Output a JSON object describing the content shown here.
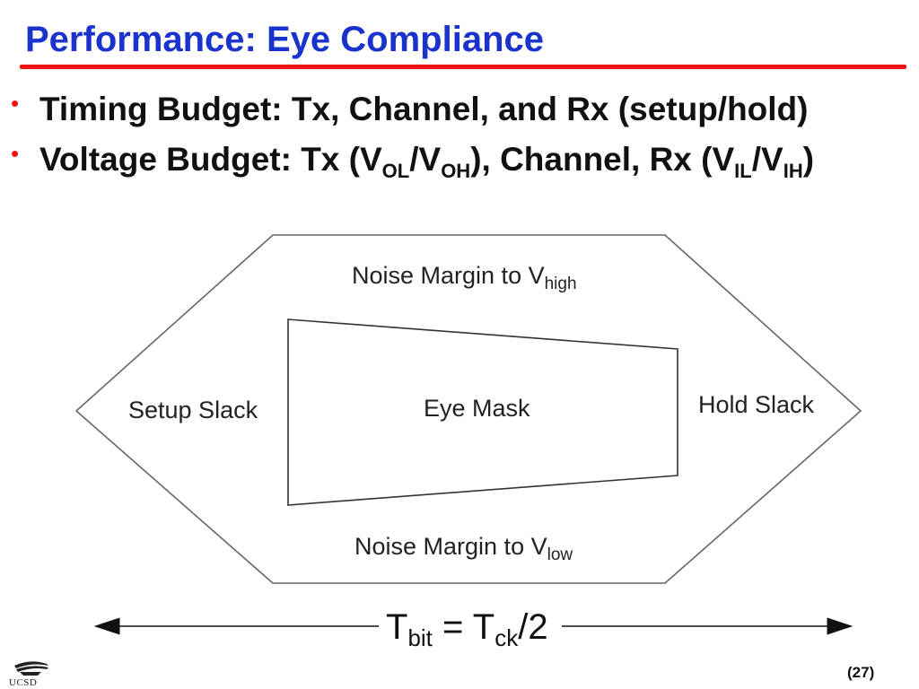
{
  "slide": {
    "title": "Performance: Eye Compliance",
    "page_number": "(27)",
    "logo_text": "UCSD"
  },
  "bullets": [
    {
      "marker": "•",
      "text": "Timing Budget:  Tx, Channel, and Rx (setup/hold)"
    },
    {
      "marker": "•",
      "prefix": "Voltage Budget: Tx (V",
      "sub1": "OL",
      "mid1": "/V",
      "sub2": "OH",
      "mid2": "), Channel, Rx (V",
      "sub3": "IL",
      "mid3": "/V",
      "sub4": "IH",
      "suffix": ")"
    }
  ],
  "diagram": {
    "top_label": "Noise Margin to V",
    "top_label_sub": "high",
    "bottom_label": "Noise Margin to V",
    "bottom_label_sub": "low",
    "left_label": "Setup Slack",
    "right_label": "Hold Slack",
    "center_label": "Eye Mask",
    "timing_t": "T",
    "timing_sub1": "bit",
    "timing_eq": " = T",
    "timing_sub2": "ck",
    "timing_suffix": "/2"
  },
  "colors": {
    "title": "#1a33cc",
    "rule": "#ee1111",
    "bullet_marker": "#ee1111",
    "text": "#111111"
  }
}
